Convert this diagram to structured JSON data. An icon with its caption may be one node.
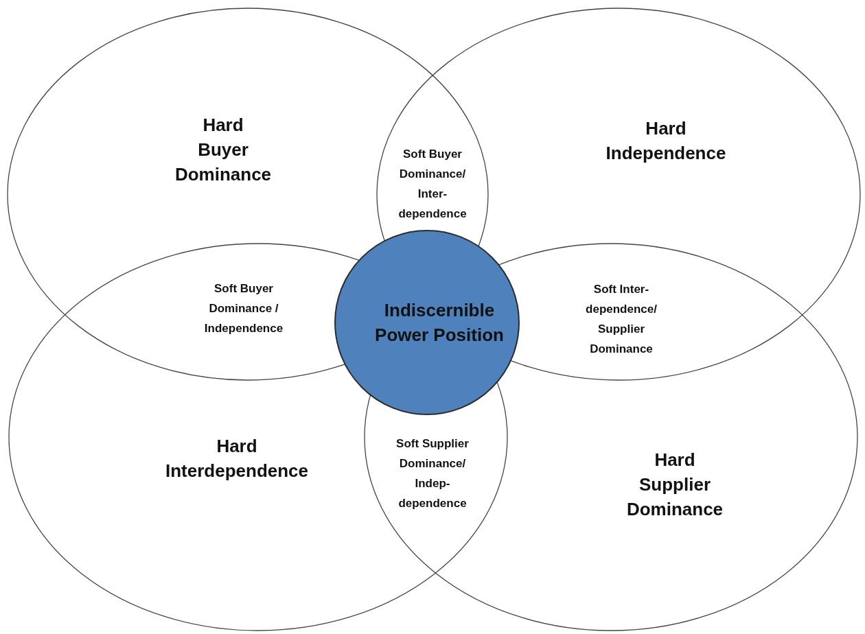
{
  "diagram": {
    "nodes": [
      {
        "text": [
          "Hard Buyer Dominance"
        ]
      },
      {
        "text": [
          "Hard Independence"
        ]
      },
      {
        "text": [
          "Hard Interdependence"
        ]
      },
      {
        "text": [
          "Hard Supplier Dominance"
        ]
      },
      {
        "text": [
          "Indiscernible Power Position"
        ]
      }
    ],
    "labels": [
      "Soft Buyer Dominance/ Inter- dependence",
      "Soft Buyer Dominance / Independence",
      "Soft Inter- dependence/ Supplier Dominance",
      "Soft Supplier Dominance/ Indep- dependence"
    ]
  }
}
